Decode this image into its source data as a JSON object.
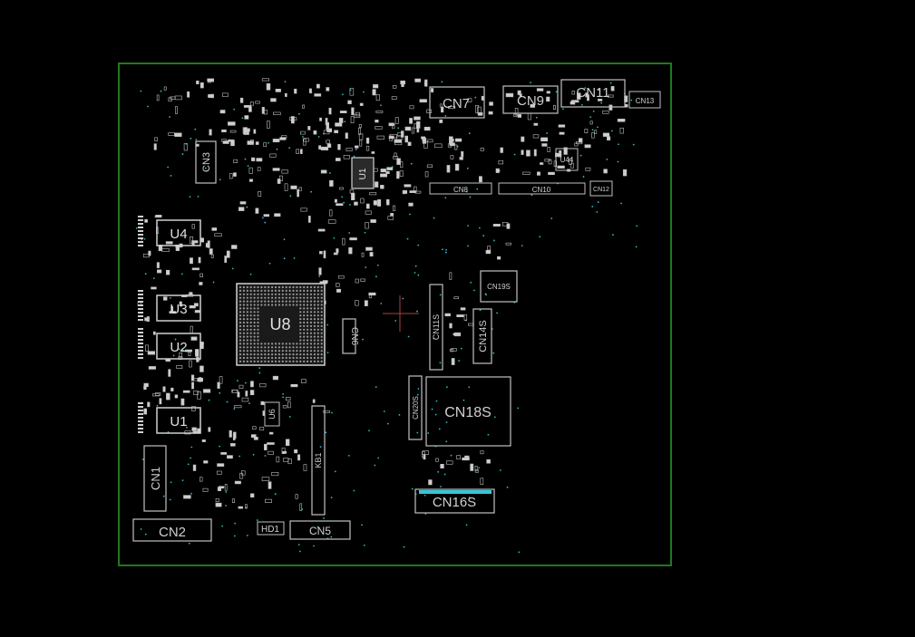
{
  "colors": {
    "background": "#000000",
    "board_outline": "#1e7a1e",
    "silkscreen": "#bfbfbf",
    "pad": "#cfcfcf",
    "via": "#35b7c6",
    "cursor": "#b04040",
    "highlight": "#35c6d6"
  },
  "components": {
    "cn7": "CN7",
    "cn9": "CN9",
    "cn11": "CN11",
    "cn13": "CN13",
    "cn3": "CN3",
    "cn8": "CN8",
    "cn10": "CN10",
    "cn12": "CN12",
    "u1_top": "U1",
    "u4": "U4",
    "u3": "U3",
    "u2": "U2",
    "u1": "U1",
    "u8": "U8",
    "u44": "U44",
    "cn6": "CN6",
    "cn19s": "CN19S",
    "cn11s": "CN11S",
    "cn14s": "CN14S",
    "cn20s": "CN20S",
    "cn18s": "CN18S",
    "cn16s": "CN16S",
    "u6": "U6",
    "kb1": "KB1",
    "cn1": "CN1",
    "cn2": "CN2",
    "hd1": "HD1",
    "cn5": "CN5"
  }
}
